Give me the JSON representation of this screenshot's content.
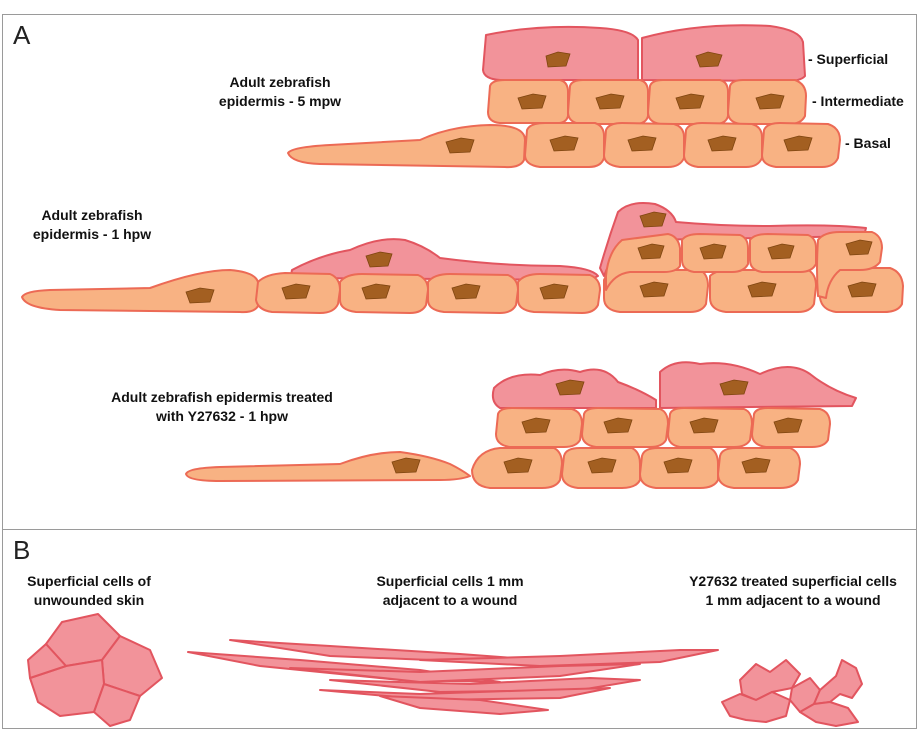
{
  "panels": {
    "a": {
      "letter": "A",
      "diagrams": [
        {
          "title_lines": [
            "Adult zebrafish",
            "epidermis - 5 mpw"
          ]
        },
        {
          "title_lines": [
            "Adult zebrafish",
            "epidermis - 1 hpw"
          ]
        },
        {
          "title_lines": [
            "Adult zebrafish epidermis treated",
            "with Y27632 - 1 hpw"
          ]
        }
      ],
      "layers": [
        "- Superficial",
        "- Intermediate",
        "- Basal"
      ]
    },
    "b": {
      "letter": "B",
      "captions": [
        {
          "lines": [
            "Superficial cells of",
            "unwounded skin"
          ]
        },
        {
          "lines": [
            "Superficial cells 1 mm",
            "adjacent to a wound"
          ]
        },
        {
          "lines": [
            "Y27632 treated superficial cells",
            "1 mm adjacent to a wound"
          ]
        }
      ]
    }
  },
  "colors": {
    "superficial_fill": "#f2939a",
    "cell_fill": "#f8b283",
    "cell_stroke": "#ec6a55",
    "nucleus": "#a35f21"
  }
}
